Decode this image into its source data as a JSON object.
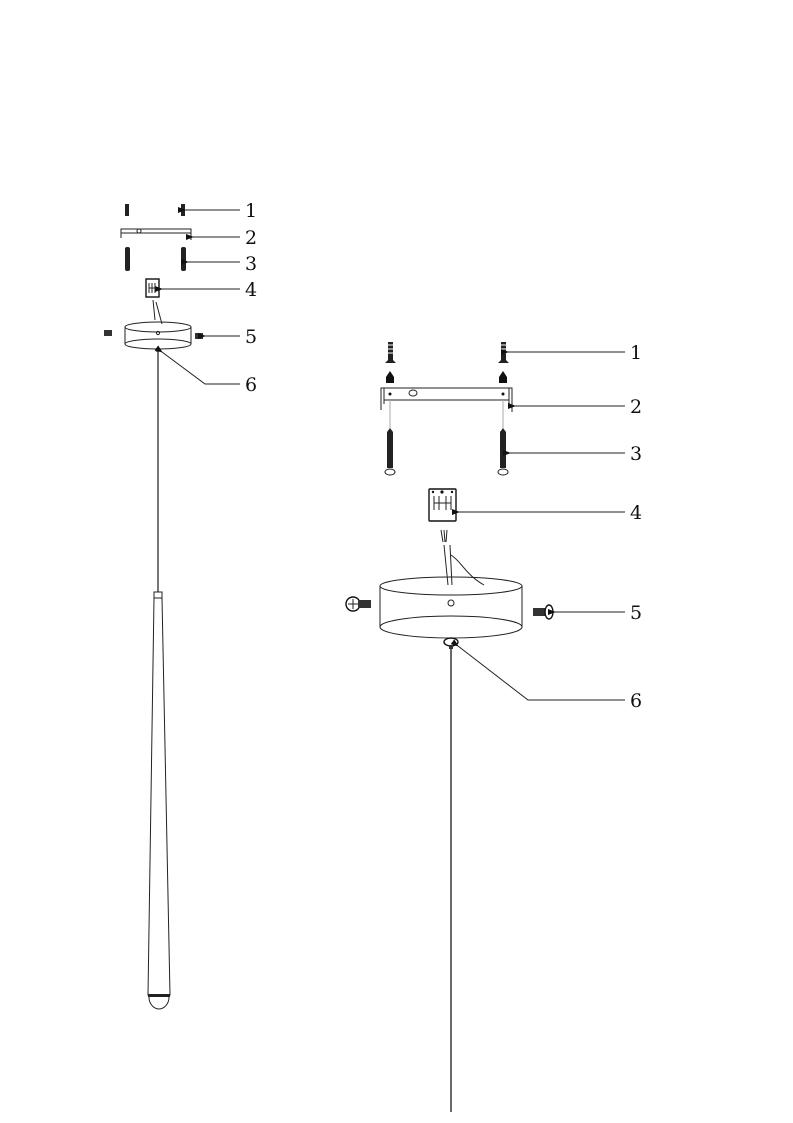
{
  "diagram": {
    "title": "Pendant lamp installation exploded view",
    "small_view": {
      "callouts": [
        "1",
        "2",
        "3",
        "4",
        "5",
        "6"
      ]
    },
    "large_view": {
      "callouts": [
        "1",
        "2",
        "3",
        "4",
        "5",
        "6"
      ]
    },
    "colors": {
      "line": "#111111",
      "background": "#ffffff"
    }
  }
}
